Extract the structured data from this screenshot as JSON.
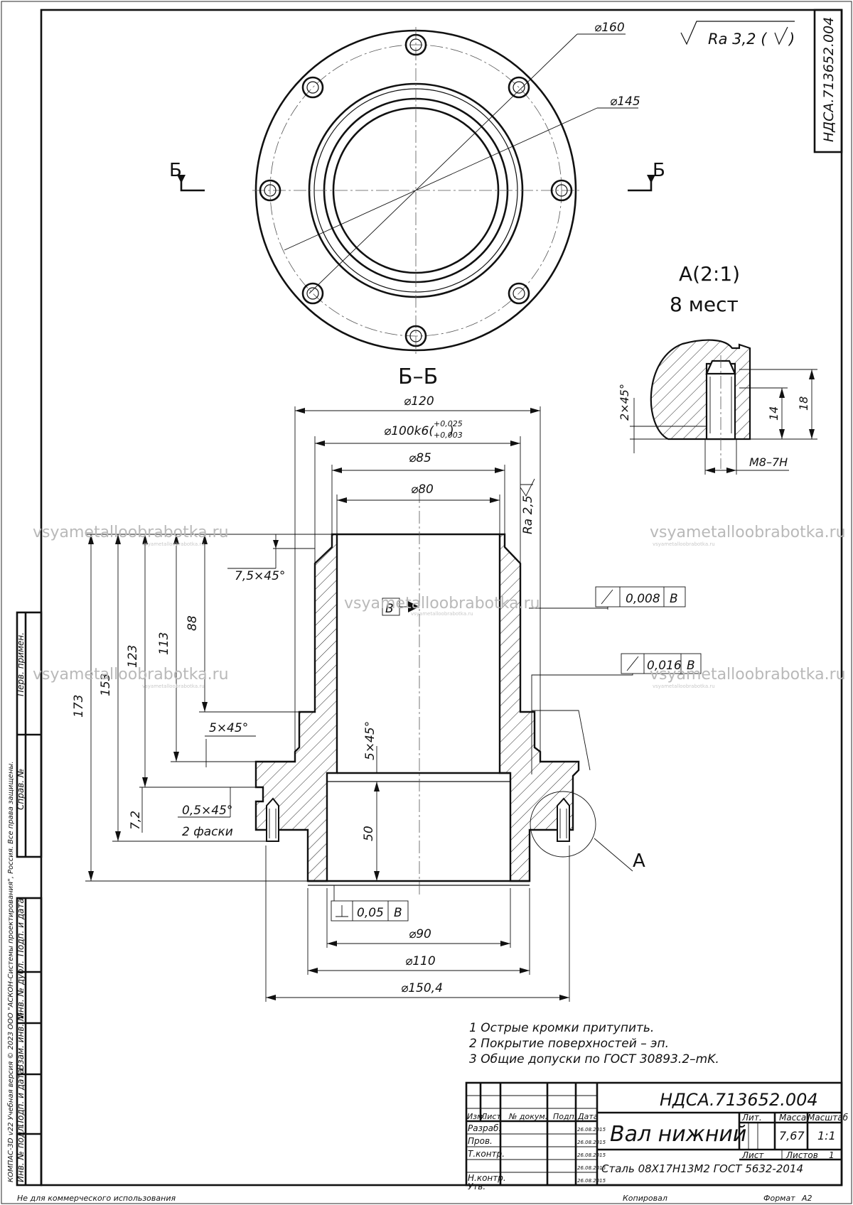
{
  "watermark": {
    "main": "vsyametalloobrabotka.ru",
    "small": "vsyametalloobrabotka.ru"
  },
  "roughness": {
    "general": "Ra 3,2 (",
    "bore": "Ra 2,5"
  },
  "doc_code": "НДСА.713652.004",
  "section_marker": "Б",
  "section_title": "Б–Б",
  "detail": {
    "title": "А(2:1)",
    "subtitle": "8 мест",
    "callout": "А"
  },
  "flange_dims": {
    "d160": "⌀160",
    "d145": "⌀145"
  },
  "section_dims": {
    "d120": "⌀120",
    "d100": "⌀100k6(",
    "d100_tol_up": "+0,025",
    "d100_tol_dn": "+0,003",
    "d85": "⌀85",
    "d80": "⌀80",
    "d90": "⌀90",
    "d110": "⌀110",
    "d150": "⌀150,4",
    "h173": "173",
    "h153": "153",
    "h123": "123",
    "h113": "113",
    "h88": "88",
    "h50": "50",
    "h7_2": "7,2",
    "ch_75": "7,5×45°",
    "ch_5a": "5×45°",
    "ch_5b": "5×45°",
    "ch_05": "0,5×45°",
    "ch_05_note": "2 фаски",
    "datum_b": "В"
  },
  "detail_dims": {
    "ch": "2×45°",
    "d14": "14",
    "d18": "18",
    "thread": "М8–7Н"
  },
  "tolerances": {
    "runout": {
      "value": "0,008",
      "datum": "В"
    },
    "runout_full": {
      "value": "0,016",
      "datum": "В"
    },
    "perp": {
      "value": "0,05",
      "datum": "В"
    }
  },
  "notes": [
    "1 Острые кромки притупить.",
    "2 Покрытие поверхностей – эп.",
    "3 Общие допуски по ГОСТ 30893.2–mK."
  ],
  "title_block": {
    "designation": "НДСА.713652.004",
    "name": "Вал нижний",
    "material": "Сталь 08Х17Н13М2 ГОСТ 5632-2014",
    "col_izm": "Изм.",
    "col_list": "Лист",
    "col_doc": "№ докум.",
    "col_podp": "Подп.",
    "col_date": "Дата",
    "row_razrab": "Разраб.",
    "row_prov": "Пров.",
    "row_tkontr": "Т.контр.",
    "row_nkontr": "Н.контр.",
    "row_utv": "Утв.",
    "date": "26.08.2015",
    "lit_label": "Лит.",
    "mass_label": "Масса",
    "scale_label": "Масштаб",
    "mass": "7,67",
    "scale": "1:1",
    "sheet_label": "Лист",
    "sheets_label": "Листов",
    "sheets": "1"
  },
  "side_labels": {
    "perv": "Перв. примен.",
    "sprav": "Справ. №",
    "podp1": "Подп. и дата",
    "inv_dubl": "Инв. № дубл.",
    "vzam": "Взам. инв. №",
    "podp2": "Подп. и дата",
    "inv_podl": "Инв. № подл.",
    "kompas": "КОМПАС-3D v22 Учебная версия © 2023 ООО \"АСКОН-Системы проектирования\", Россия. Все права защищены."
  },
  "footer": {
    "left": "Не для коммерческого использования",
    "copied": "Копировал",
    "format": "Формат",
    "format_value": "А2"
  }
}
